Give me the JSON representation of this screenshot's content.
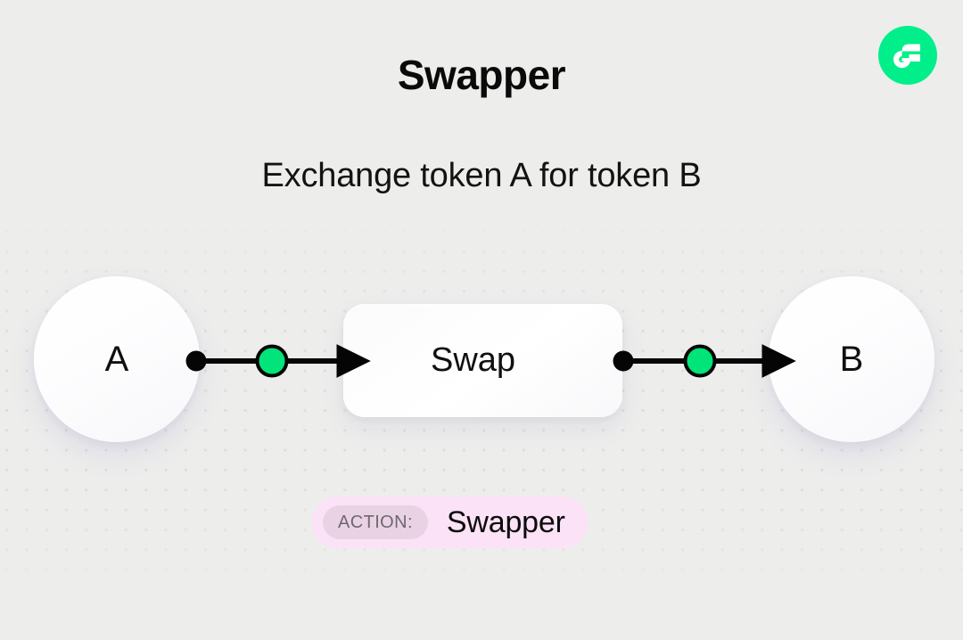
{
  "header": {
    "title": "Swapper",
    "subtitle": "Exchange token A for token B"
  },
  "brand": {
    "logo_icon": "flow-logo-icon",
    "logo_color": "#00ef8b",
    "logo_glyph_color": "#ffffff"
  },
  "diagram": {
    "nodes": [
      {
        "id": "token-a",
        "label": "A",
        "shape": "circle"
      },
      {
        "id": "swap",
        "label": "Swap",
        "shape": "rounded-rect"
      },
      {
        "id": "token-b",
        "label": "B",
        "shape": "circle"
      }
    ],
    "edges": [
      {
        "id": "edge-a-swap",
        "from": "token-a",
        "to": "swap",
        "marker": "arrow",
        "dot_color": "#050505",
        "node_color": "#00e479",
        "line_color": "#050505",
        "highlight_color": "#00a85c"
      },
      {
        "id": "edge-swap-b",
        "from": "swap",
        "to": "token-b",
        "marker": "arrow",
        "dot_color": "#050505",
        "node_color": "#00e479",
        "line_color": "#050505",
        "highlight_color": "#00a85c"
      }
    ],
    "background": {
      "canvas_color": "#ededec",
      "dot_color": "#dededd"
    }
  },
  "action_badge": {
    "label": "ACTION:",
    "value": "Swapper",
    "pill_color": "#fce2f6",
    "chip_color": "#ead2e5",
    "label_color": "#6f6870"
  }
}
